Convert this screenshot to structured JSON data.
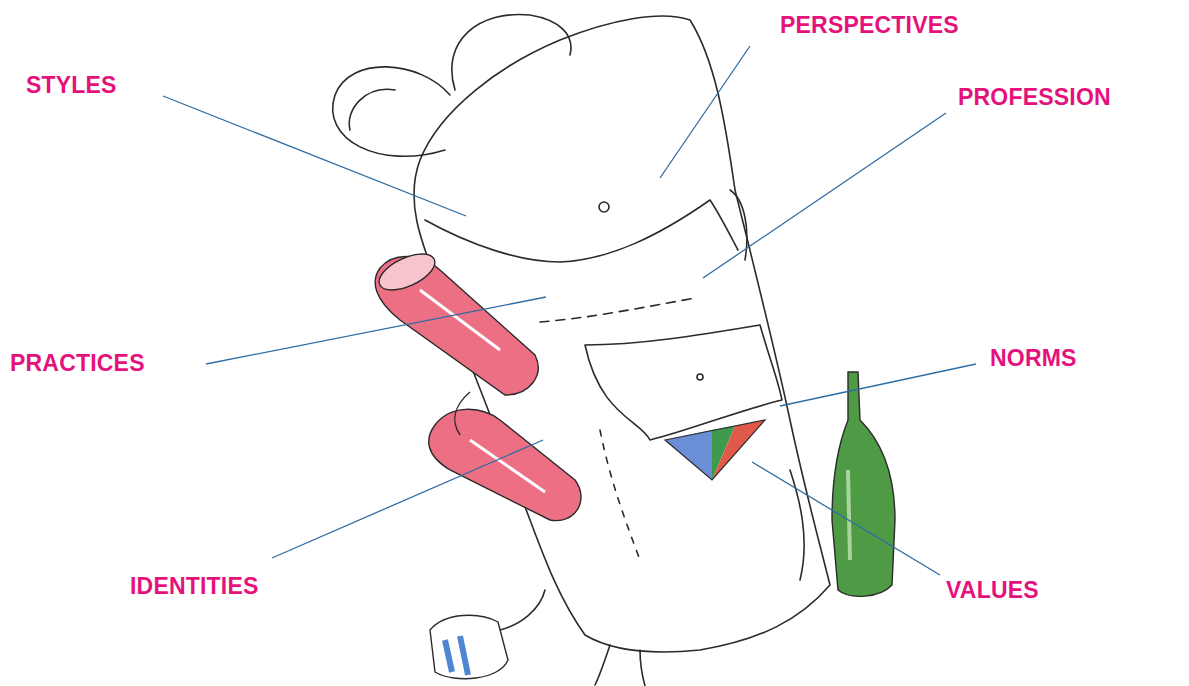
{
  "diagram": {
    "labels": [
      "PERSPECTIVES",
      "STYLES",
      "PROFESSION",
      "PRACTICES",
      "NORMS",
      "IDENTITIES",
      "VALUES"
    ]
  }
}
